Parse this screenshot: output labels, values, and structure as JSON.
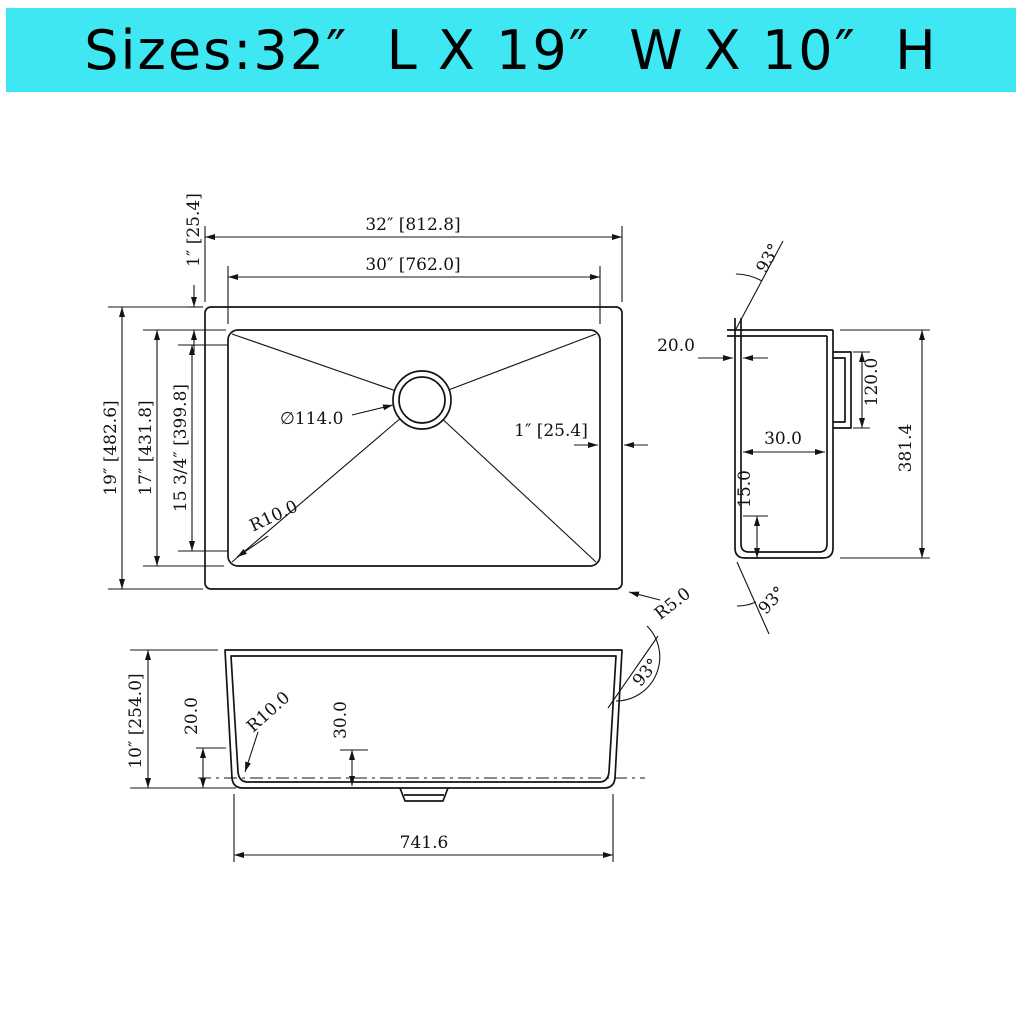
{
  "banner": {
    "text": "Sizes:32″  L X 19″  W X 10″  H",
    "bg_color": "#3ee7f1",
    "text_color": "#000000"
  },
  "drawing": {
    "line_color": "#141414",
    "top_view": {
      "length_overall": "32″ [812.8]",
      "length_inner": "30″ [762.0]",
      "rim_top": "1″ [25.4]",
      "width_overall": "19″ [482.6]",
      "width_inner": "17″ [431.8]",
      "width_bottom": "15 3/4″ [399.8]",
      "drain_diameter": "∅114.0",
      "corner_radius": "R10.0",
      "rim_right": "1″ [25.4]",
      "outer_radius": "R5.0"
    },
    "side_view": {
      "angle_top": "93°",
      "rim_width": "20.0",
      "clip_height": "120.0",
      "clip_offset": "30.0",
      "overall_height": "381.4",
      "lip": "15.0",
      "angle_bottom": "93°"
    },
    "front_view": {
      "height_overall": "10″ [254.0]",
      "rim": "20.0",
      "corner_radius": "R10.0",
      "drain_offset": "30.0",
      "angle": "93°",
      "bottom_length": "741.6"
    }
  }
}
